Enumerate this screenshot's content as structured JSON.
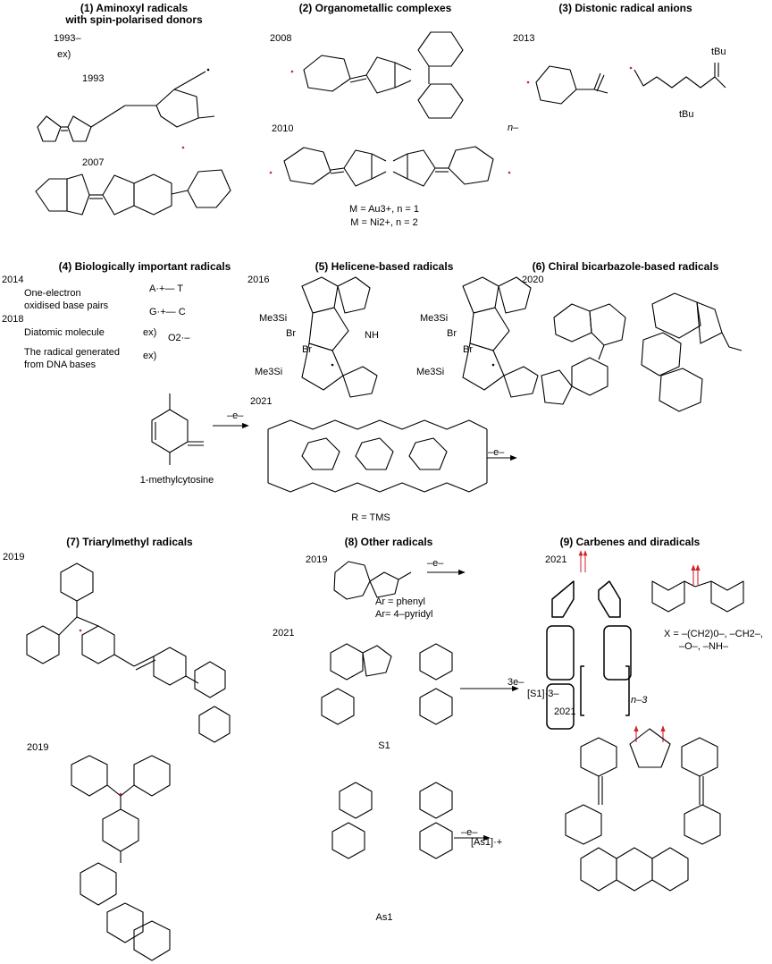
{
  "sections": [
    {
      "title": "(1) Aminoxyl radicals",
      "subtitle": "with spin-polarised donors"
    },
    {
      "title": "(2) Organometallic complexes"
    },
    {
      "title": "(3) Distonic radical anions"
    },
    {
      "title": "(4) Biologically important radicals"
    },
    {
      "title": "(5) Helicene-based radicals"
    },
    {
      "title": "(6) Chiral bicarbazole-based radicals"
    },
    {
      "title": "(7) Triarylmethyl radicals"
    },
    {
      "title": "(8) Other radicals"
    },
    {
      "title": "(9) Carbenes and diradicals"
    }
  ],
  "years": {
    "s1_range": "1993–",
    "s1_a": "1993",
    "s1_b": "2007",
    "s2_a": "2008",
    "s2_b": "2010",
    "s3_a": "2013",
    "s4_a": "2014",
    "s4_b": "2018",
    "s5_a": "2016",
    "s5_b": "2021",
    "s6_a": "2020",
    "s7_a": "2019",
    "s7_b": "2019",
    "s8_a": "2019",
    "s8_b": "2021",
    "s9_a": "2021",
    "s9_b": "2021"
  },
  "labels": {
    "ex": "ex)",
    "tBu": "tBu",
    "n_minus": "n–",
    "m_au": "M = Au3+, n = 1",
    "m_ni": "M = Ni2+, n = 2",
    "one_electron": "One-electron",
    "oxidised_pairs": "oxidised base pairs",
    "pair_at": "A·+— T",
    "pair_gc": "G·+— C",
    "diatomic": "Diatomic molecule",
    "o2": "O2·–",
    "dna_1": "The radical generated",
    "dna_2": "from DNA bases",
    "methylcytosine": "1-methylcytosine",
    "minus_e": "–e–",
    "r_tms": "R = TMS",
    "me3si": "Me3Si",
    "br": "Br",
    "nh": "NH",
    "ar_phenyl": "Ar = phenyl",
    "ar_pyridyl": "Ar= 4–pyridyl",
    "s1": "S1",
    "three_e": "3e–",
    "s1_product": "[S1]·3–",
    "as1": "As1",
    "as1_product": "[As1]·+",
    "x_def_1": "X = –(CH2)0–, –CH2–,",
    "x_def_2": "–O–, –NH–",
    "n_minus_3": "n–3"
  },
  "colors": {
    "ink": "#000000",
    "spin": "#d4202a"
  }
}
